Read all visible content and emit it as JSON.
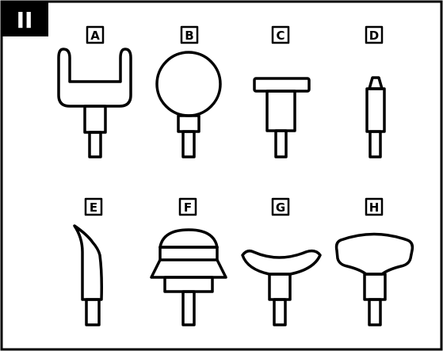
{
  "section_badge": "II",
  "colors": {
    "ink": "#000000",
    "paper": "#ffffff"
  },
  "attachments": [
    {
      "letter": "A",
      "shape": "fork-head-icon"
    },
    {
      "letter": "B",
      "shape": "ball-head-icon"
    },
    {
      "letter": "C",
      "shape": "flat-head-icon"
    },
    {
      "letter": "D",
      "shape": "bullet-head-icon"
    },
    {
      "letter": "E",
      "shape": "scraper-head-icon"
    },
    {
      "letter": "F",
      "shape": "cushion-head-icon"
    },
    {
      "letter": "G",
      "shape": "curved-head-icon"
    },
    {
      "letter": "H",
      "shape": "wide-flat-head-icon"
    }
  ]
}
